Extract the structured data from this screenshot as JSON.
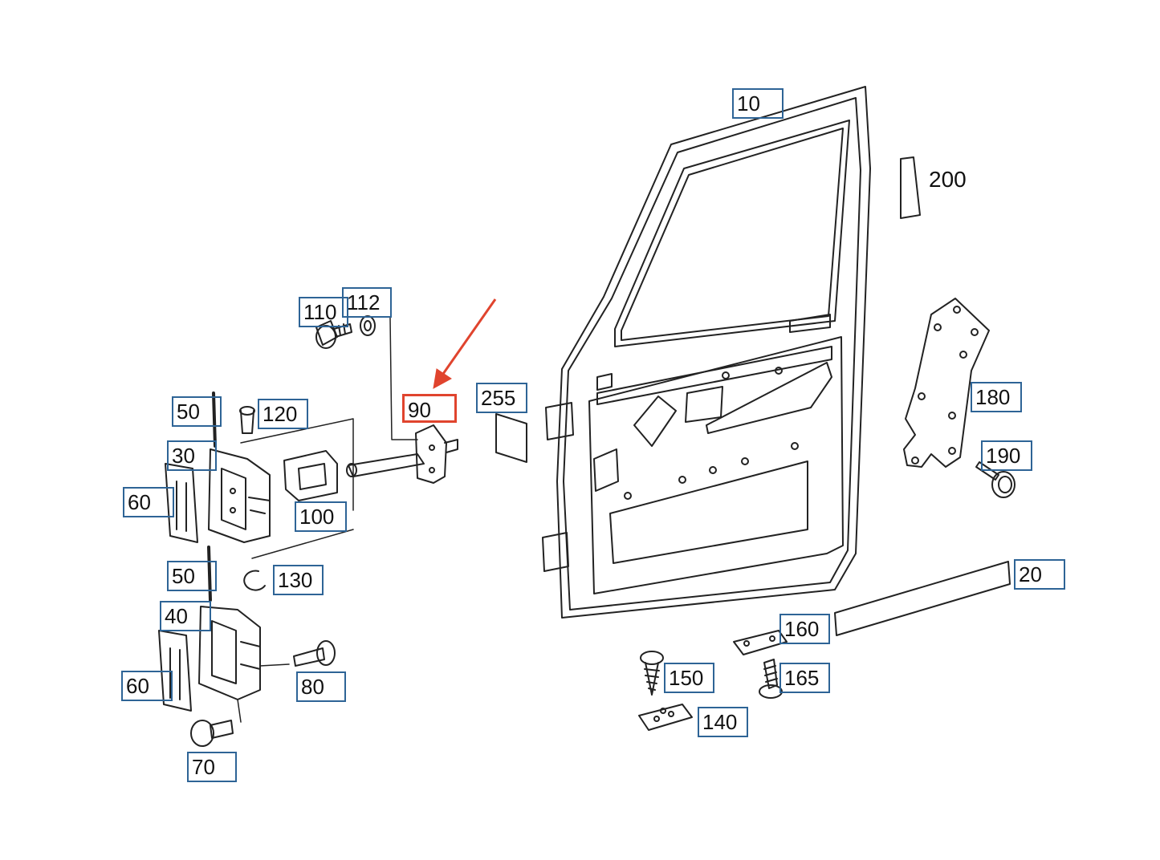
{
  "colors": {
    "callout_border": "#2e6496",
    "highlight_border": "#e0442e",
    "line_art": "#222222",
    "background": "#ffffff"
  },
  "highlighted_part": "90",
  "arrow": {
    "color": "#e0442e",
    "points_to": "90"
  },
  "callouts": {
    "c10": "10",
    "c20": "20",
    "c30": "30",
    "c40": "40",
    "c50_upper": "50",
    "c50_lower": "50",
    "c60_upper": "60",
    "c60_lower": "60",
    "c70": "70",
    "c80": "80",
    "c90": "90",
    "c100": "100",
    "c110": "110",
    "c112": "112",
    "c120": "120",
    "c130": "130",
    "c140": "140",
    "c150": "150",
    "c160": "160",
    "c165": "165",
    "c180": "180",
    "c190": "190",
    "c255": "255"
  },
  "plain_labels": {
    "p200": "200"
  }
}
